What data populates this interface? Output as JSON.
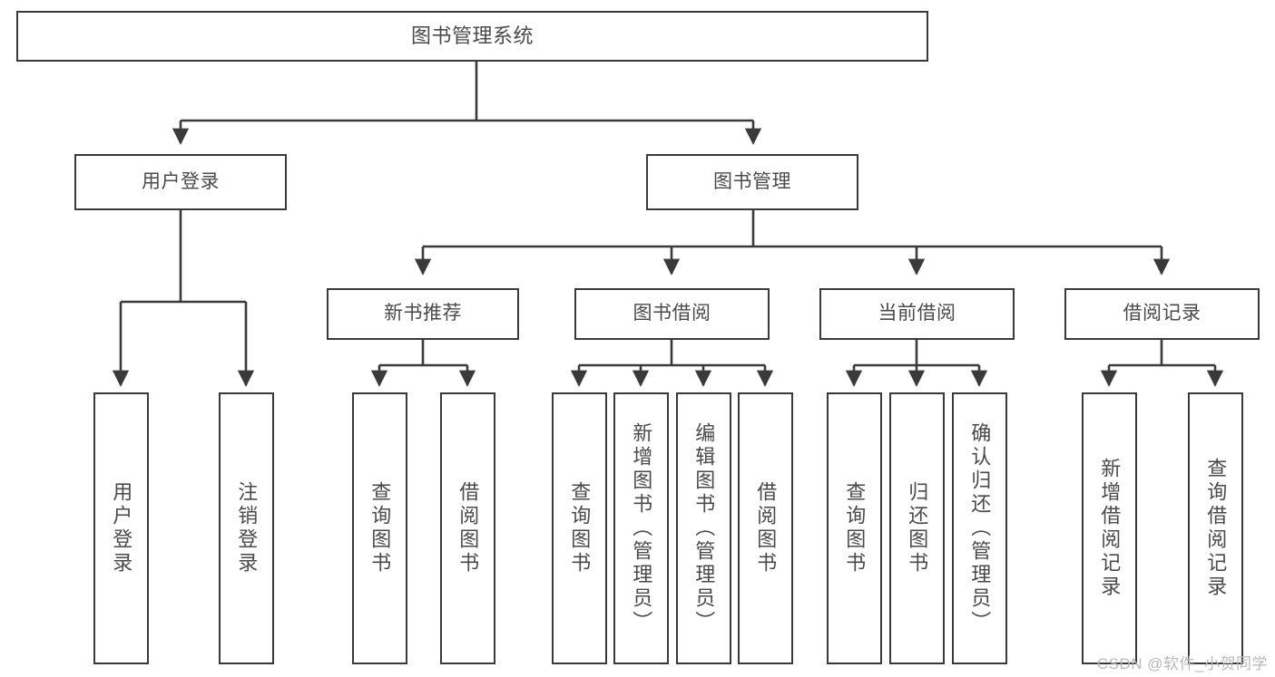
{
  "diagram": {
    "type": "tree-hierarchy",
    "title": "图书管理系统",
    "watermark": "CSDN @软件_小贺同学",
    "colors": {
      "stroke": "#3a3a3a",
      "text": "#4a4a4a",
      "background": "#ffffff",
      "watermark": "#b9b9b9"
    },
    "nodes": {
      "root": {
        "label": "图书管理系统",
        "level": 1,
        "orientation": "horizontal"
      },
      "user_login": {
        "label": "用户登录",
        "level": 2,
        "orientation": "horizontal"
      },
      "book_manage": {
        "label": "图书管理",
        "level": 2,
        "orientation": "horizontal"
      },
      "new_book_rec": {
        "label": "新书推荐",
        "level": 3,
        "orientation": "horizontal"
      },
      "book_borrow": {
        "label": "图书借阅",
        "level": 3,
        "orientation": "horizontal"
      },
      "current_borrow": {
        "label": "当前借阅",
        "level": 3,
        "orientation": "horizontal"
      },
      "borrow_record": {
        "label": "借阅记录",
        "level": 3,
        "orientation": "horizontal"
      },
      "leaf_user_login": {
        "label": "用户登录",
        "level": 3,
        "orientation": "vertical"
      },
      "leaf_logout": {
        "label": "注销登录",
        "level": 3,
        "orientation": "vertical"
      },
      "leaf_query_book_1": {
        "label": "查询图书",
        "level": 4,
        "orientation": "vertical"
      },
      "leaf_borrow_book_1": {
        "label": "借阅图书",
        "level": 4,
        "orientation": "vertical"
      },
      "leaf_query_book_2": {
        "label": "查询图书",
        "level": 4,
        "orientation": "vertical"
      },
      "leaf_add_book": {
        "label": "新增图书（管理员）",
        "level": 4,
        "orientation": "vertical"
      },
      "leaf_edit_book": {
        "label": "编辑图书（管理员）",
        "level": 4,
        "orientation": "vertical"
      },
      "leaf_borrow_book_2": {
        "label": "借阅图书",
        "level": 4,
        "orientation": "vertical"
      },
      "leaf_query_book_3": {
        "label": "查询图书",
        "level": 4,
        "orientation": "vertical"
      },
      "leaf_return_book": {
        "label": "归还图书",
        "level": 4,
        "orientation": "vertical"
      },
      "leaf_confirm_return": {
        "label": "确认归还（管理员）",
        "level": 4,
        "orientation": "vertical"
      },
      "leaf_add_record": {
        "label": "新增借阅记录",
        "level": 4,
        "orientation": "vertical"
      },
      "leaf_query_record": {
        "label": "查询借阅记录",
        "level": 4,
        "orientation": "vertical"
      }
    },
    "edges": [
      {
        "from": "root",
        "to": "user_login"
      },
      {
        "from": "root",
        "to": "book_manage"
      },
      {
        "from": "user_login",
        "to": "leaf_user_login"
      },
      {
        "from": "user_login",
        "to": "leaf_logout"
      },
      {
        "from": "book_manage",
        "to": "new_book_rec"
      },
      {
        "from": "book_manage",
        "to": "book_borrow"
      },
      {
        "from": "book_manage",
        "to": "current_borrow"
      },
      {
        "from": "book_manage",
        "to": "borrow_record"
      },
      {
        "from": "new_book_rec",
        "to": "leaf_query_book_1"
      },
      {
        "from": "new_book_rec",
        "to": "leaf_borrow_book_1"
      },
      {
        "from": "book_borrow",
        "to": "leaf_query_book_2"
      },
      {
        "from": "book_borrow",
        "to": "leaf_add_book"
      },
      {
        "from": "book_borrow",
        "to": "leaf_edit_book"
      },
      {
        "from": "book_borrow",
        "to": "leaf_borrow_book_2"
      },
      {
        "from": "current_borrow",
        "to": "leaf_query_book_3"
      },
      {
        "from": "current_borrow",
        "to": "leaf_return_book"
      },
      {
        "from": "current_borrow",
        "to": "leaf_confirm_return"
      },
      {
        "from": "borrow_record",
        "to": "leaf_add_record"
      },
      {
        "from": "borrow_record",
        "to": "leaf_query_record"
      }
    ]
  }
}
